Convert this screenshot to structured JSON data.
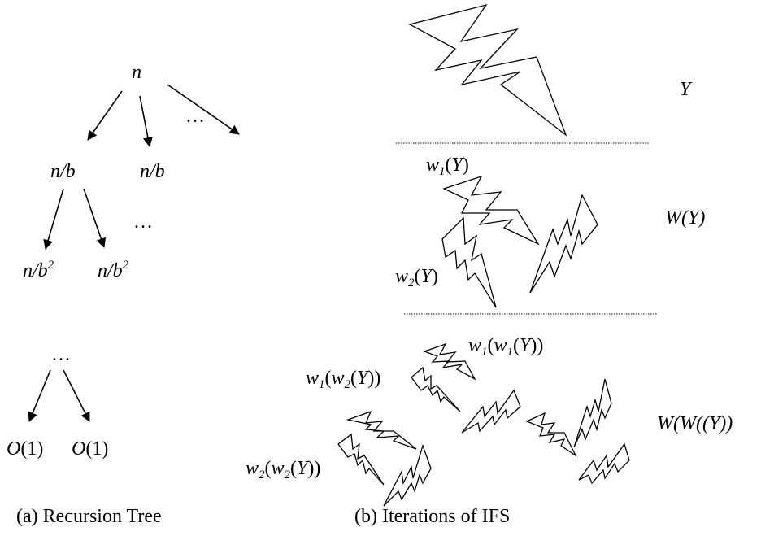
{
  "left_panel": {
    "root": "n",
    "level1": [
      "n/b",
      "n/b"
    ],
    "ellipsis": "…",
    "level2_base": "n/b",
    "level2_exp": "2",
    "leaf": "O(1)",
    "leaf_func": "O",
    "leaf_arg": "(1)",
    "caption": "(a) Recursion Tree"
  },
  "right_panel": {
    "row1_label": "Y",
    "row2_label": "W(Y)",
    "row3_label": "W(W((Y))",
    "w1_Y": {
      "fn": "w",
      "sub": "1",
      "open": "(",
      "arg": "Y",
      "close": ")"
    },
    "w2_Y": {
      "fn": "w",
      "sub": "2",
      "open": "(",
      "arg": "Y",
      "close": ")"
    },
    "w1_w1_Y": "w1(w1(Y))",
    "w1_w2_Y": "w1(w2(Y))",
    "w2_w2_Y": "w2(w2(Y))",
    "caption": "(b) Iterations of IFS"
  }
}
